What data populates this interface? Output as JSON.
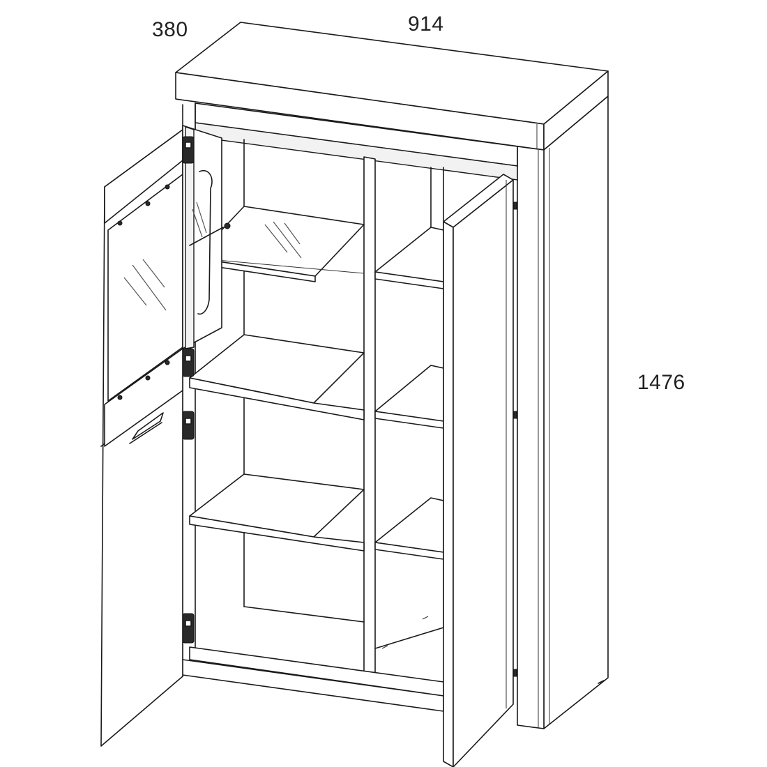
{
  "dimensions": {
    "depth": "380",
    "width": "914",
    "height": "1476"
  },
  "colors": {
    "line": "#1a1a1a",
    "background": "#ffffff"
  }
}
